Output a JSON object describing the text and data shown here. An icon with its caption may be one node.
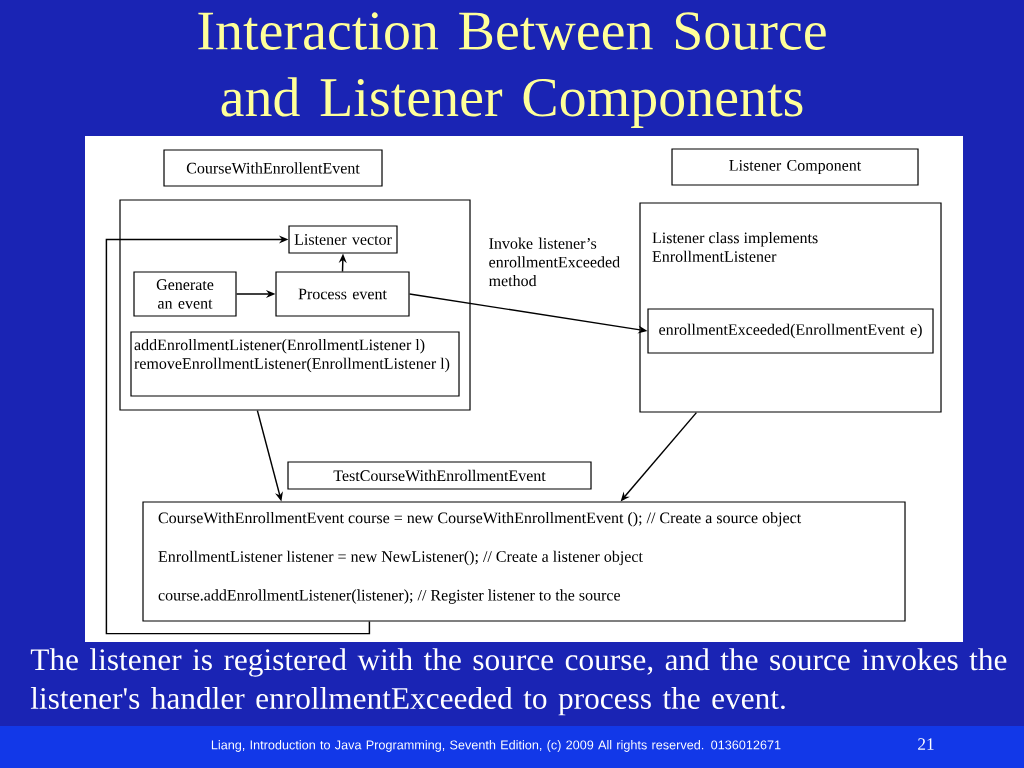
{
  "diagram": {
    "title": "Interaction Between Source and Listener Components",
    "caption": "The listener is registered with the source course, and the source invokes the listener's handler enrollmentExceeded to process the event.",
    "nodes": [
      {
        "text": [
          "CourseWithEnrollentEvent"
        ]
      },
      {
        "text": [],
        "shape": "box"
      },
      {
        "text": [
          "Listener vector"
        ],
        "in": 1
      },
      {
        "text": [
          "Generate an event"
        ],
        "in": 1
      },
      {
        "text": [
          "Process event"
        ],
        "in": 1
      },
      {
        "text": [
          "addEnrollmentListener(EnrollmentListener l)",
          "removeEnrollmentListener(EnrollmentListener l)"
        ],
        "in": 1
      },
      {
        "text": [
          "Listener Component"
        ]
      },
      {
        "text": [
          "Listener class implements EnrollmentListener"
        ]
      },
      {
        "text": [
          "enrollmentExceeded(EnrollmentEvent  e)"
        ],
        "in": 7
      },
      {
        "text": [
          "TestCourseWithEnrollmentEvent"
        ]
      },
      {
        "text": [
          "CourseWithEnrollmentEvent course = new CourseWithEnrollmentEvent (); // Create a source object",
          "EnrollmentListener listener = new NewListener(); // Create a listener object",
          "course.addEnrollmentListener(listener);  // Register listener to the source"
        ]
      }
    ],
    "edges": [
      {
        "from": 3,
        "to": 4,
        "arrow": "to"
      },
      {
        "from": 4,
        "to": 2,
        "arrow": "to"
      },
      {
        "from": 4,
        "to": 8,
        "arrow": "to",
        "label": "Invoke listener’s enrollmentExceeded method"
      },
      {
        "from": 1,
        "to": 10,
        "arrow": "to"
      },
      {
        "from": 7,
        "to": 10,
        "arrow": "to"
      },
      {
        "from": 10,
        "to": 2,
        "arrow": "to"
      }
    ],
    "labels": [
      "Liang, Introduction to Java Programming, Seventh Edition, (c) 2009 All rights reserved. 0136012671",
      "21"
    ]
  }
}
